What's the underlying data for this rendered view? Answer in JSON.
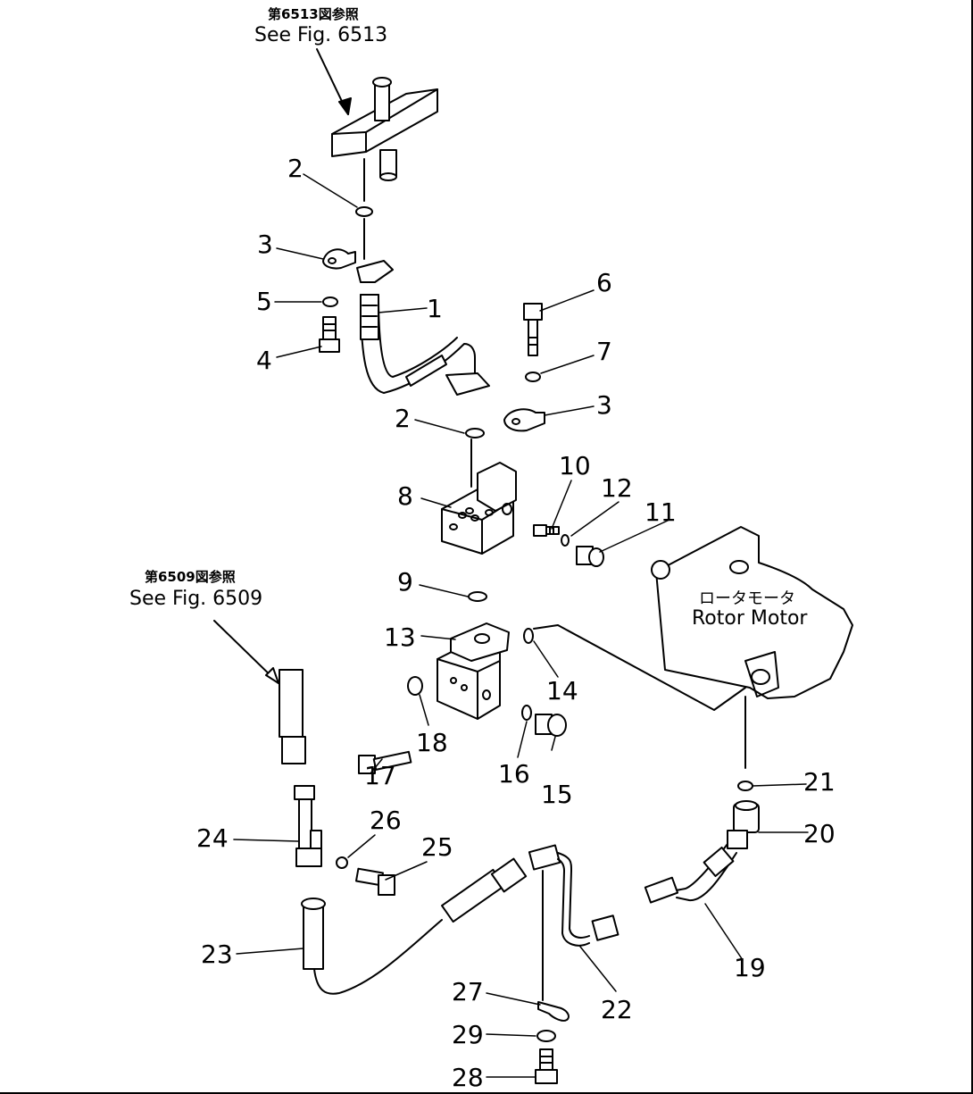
{
  "references": [
    {
      "jp": "第6513図参照",
      "en": "See Fig. 6513"
    },
    {
      "jp": "第6509図参照",
      "en": "See Fig. 6509"
    }
  ],
  "motor": {
    "jp": "ロータモータ",
    "en": "Rotor Motor"
  },
  "part_labels": {
    "p1": "1",
    "p2a": "2",
    "p2b": "2",
    "p3a": "3",
    "p3b": "3",
    "p4": "4",
    "p5": "5",
    "p6": "6",
    "p7": "7",
    "p8": "8",
    "p9": "9",
    "p10": "10",
    "p11": "11",
    "p12": "12",
    "p13": "13",
    "p14": "14",
    "p15": "15",
    "p16": "16",
    "p17": "17",
    "p18": "18",
    "p19": "19",
    "p20": "20",
    "p21": "21",
    "p22": "22",
    "p23": "23",
    "p24": "24",
    "p25": "25",
    "p26": "26",
    "p27": "27",
    "p28": "28",
    "p29": "29"
  }
}
